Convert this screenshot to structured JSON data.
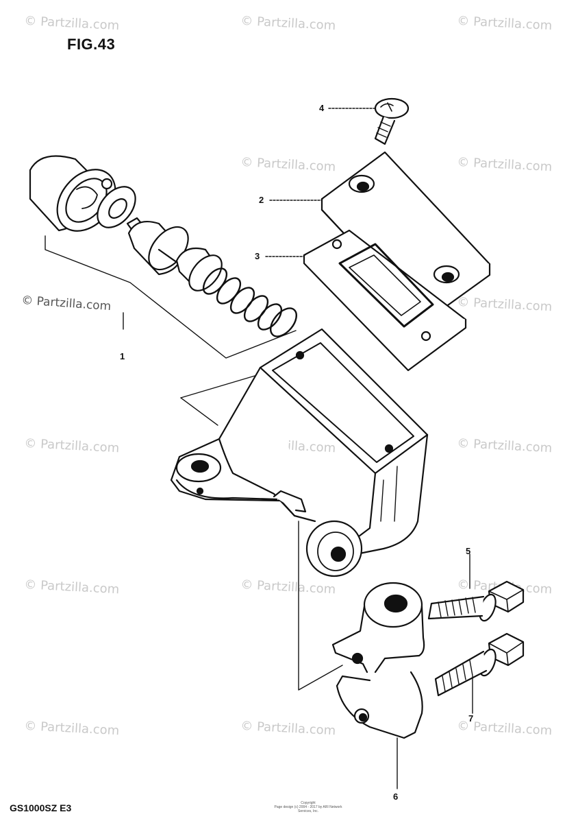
{
  "figure": {
    "title": "FIG.43",
    "model_code": "GS1000SZ E3",
    "copyright_small": "Copyright\nPage design (c) 2004 - 2017 by ARI Network Services, Inc."
  },
  "watermark": {
    "text": "© Partzilla.com"
  },
  "callouts": [
    {
      "label": "1"
    },
    {
      "label": "2"
    },
    {
      "label": "3"
    },
    {
      "label": "4"
    },
    {
      "label": "5"
    },
    {
      "label": "6"
    },
    {
      "label": "7"
    }
  ]
}
